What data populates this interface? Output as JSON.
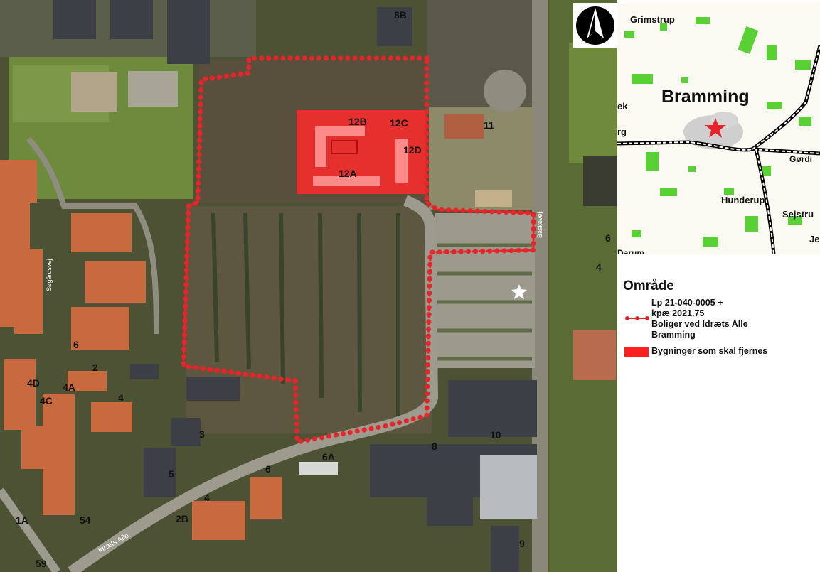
{
  "map": {
    "building_labels": [
      "8B",
      "12B",
      "12C",
      "12D",
      "12A",
      "11",
      "6",
      "4",
      "6",
      "2",
      "4D",
      "4A",
      "4C",
      "4",
      "3",
      "5",
      "6A",
      "6",
      "8",
      "10",
      "4",
      "2B",
      "1A",
      "54",
      "59",
      "9"
    ],
    "street_labels": [
      "Søgårdsvej",
      "Baskevej",
      "Idræts Alle"
    ]
  },
  "inset": {
    "places": [
      "Grimstrup",
      "Bramming",
      "ek",
      "rg",
      "Gørdi",
      "Hunderup",
      "Sejstru",
      "Je",
      "Darum"
    ],
    "marker_color": "#e8232a"
  },
  "legend": {
    "title": "Område",
    "plan_lines": [
      "Lp 21-040-0005 +",
      "kpæ 2021.75",
      "Boliger ved Idræts Alle",
      "Bramming"
    ],
    "buildings": "Bygninger som skal fjernes"
  },
  "colors": {
    "boundary": "#e8232a",
    "demolish_fill": "#ff2a2a"
  },
  "icons": {
    "north": "north-arrow-icon",
    "star": "star-icon"
  }
}
